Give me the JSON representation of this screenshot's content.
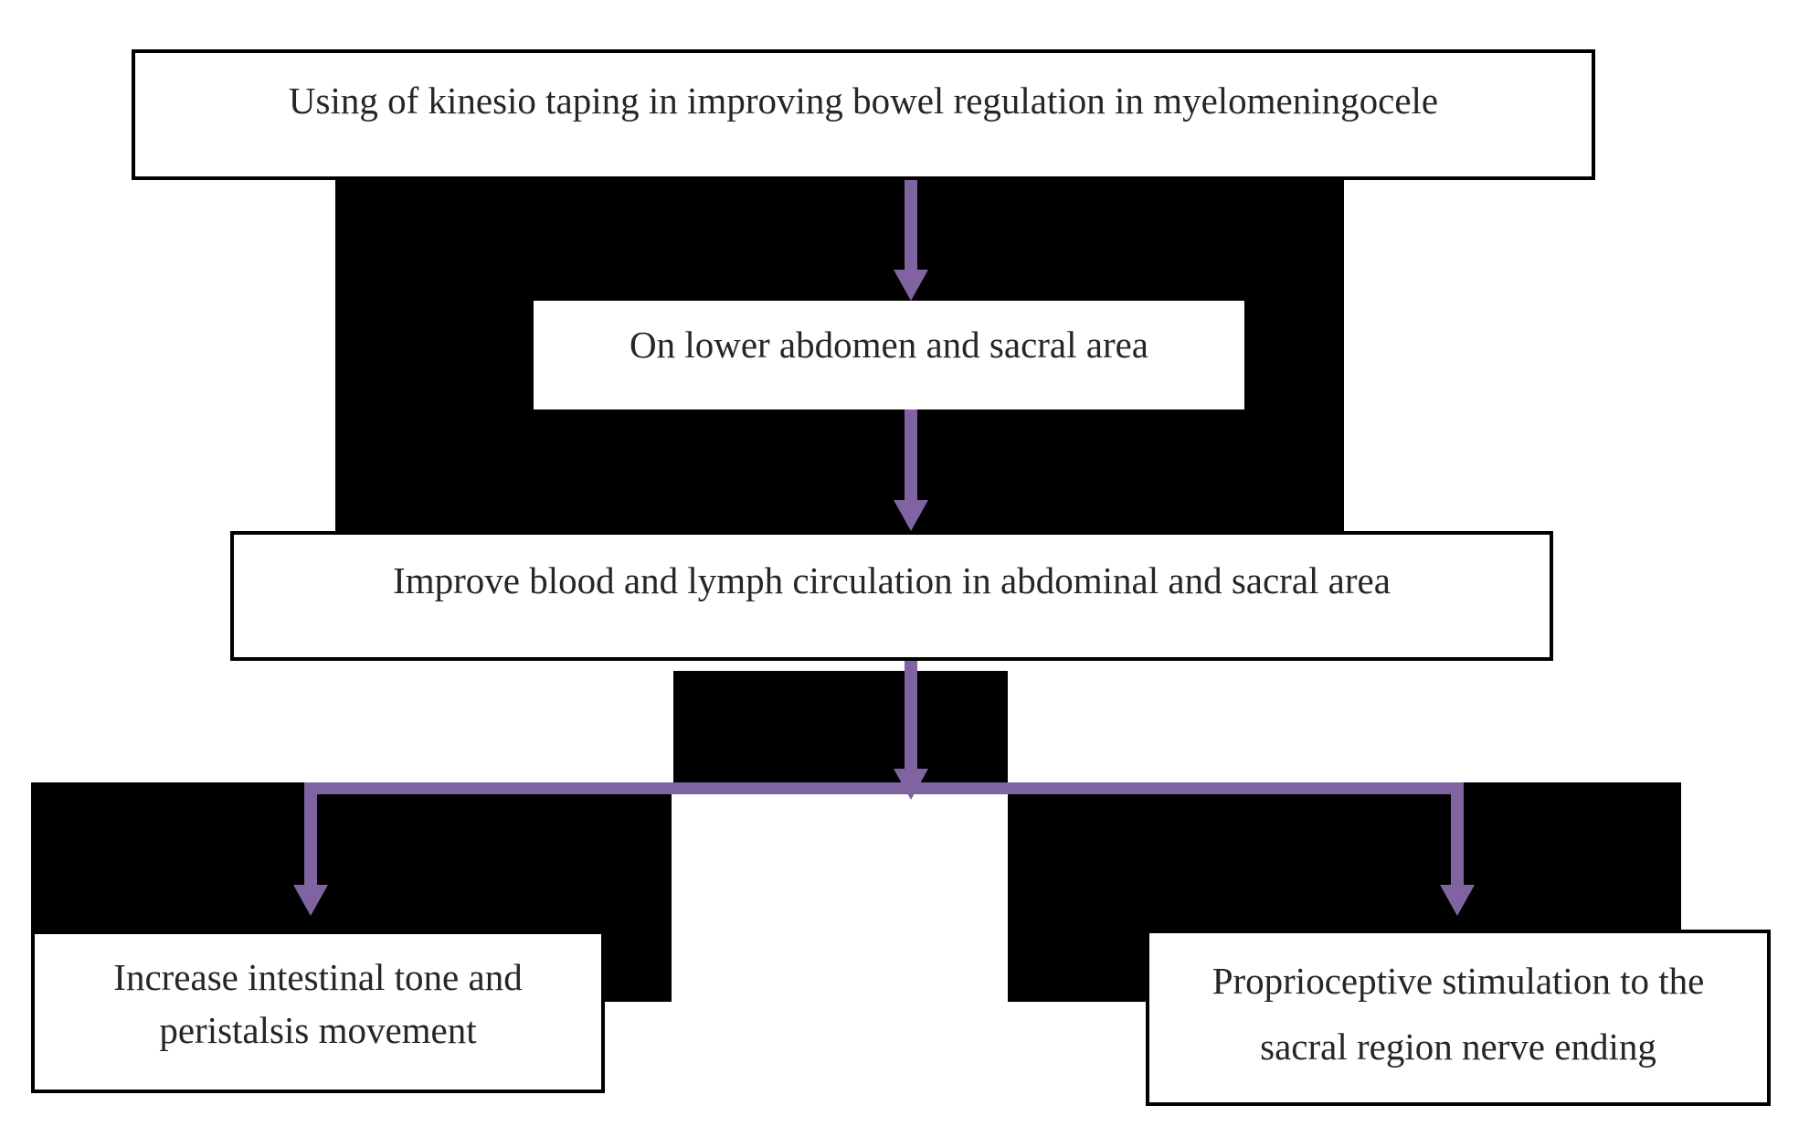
{
  "diagram": {
    "title": "Using of kinesio taping in improving bowel regulation in myelomeningocele",
    "steps": {
      "location": "On lower abdomen and sacral area",
      "circulation": "Improve blood and lymph circulation in abdominal and sacral area"
    },
    "outcomes": {
      "left_line1": "Increase intestinal tone and",
      "left_line2": "peristalsis movement",
      "right_line1": "Proprioceptive stimulation to the",
      "right_line2": "sacral region nerve ending"
    },
    "colors": {
      "arrow": "#8064A2",
      "panel": "#000000",
      "border": "#000000",
      "text": "#262626",
      "background": "#ffffff"
    }
  }
}
